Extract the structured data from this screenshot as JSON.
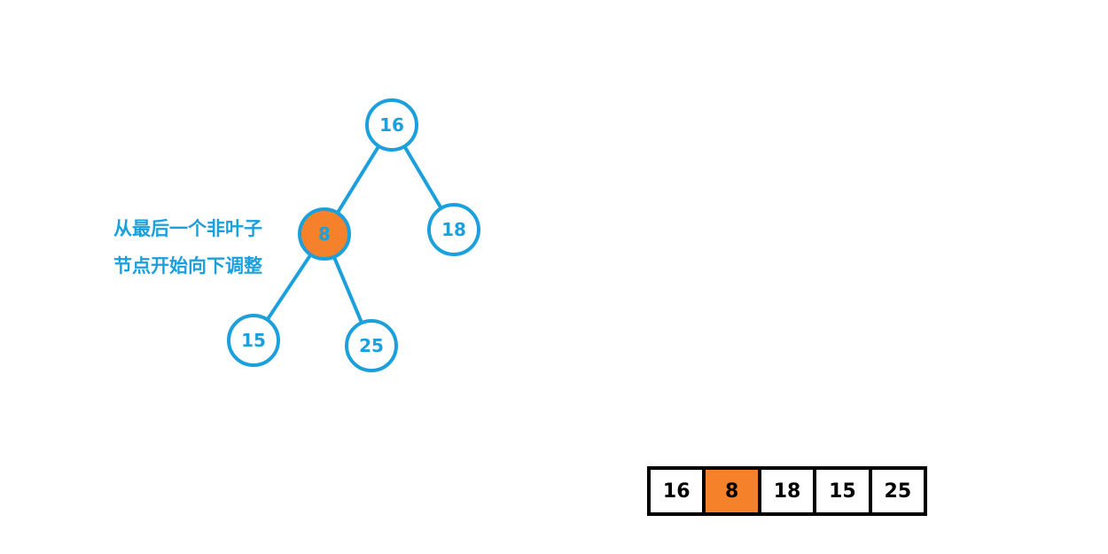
{
  "colors": {
    "accent": "#1ca0dc",
    "highlight": "#f5822a",
    "array_border": "#000000"
  },
  "tree": {
    "nodes": [
      {
        "id": "n0",
        "value": "16",
        "highlight": false
      },
      {
        "id": "n1",
        "value": "8",
        "highlight": true
      },
      {
        "id": "n2",
        "value": "18",
        "highlight": false
      },
      {
        "id": "n3",
        "value": "15",
        "highlight": false
      },
      {
        "id": "n4",
        "value": "25",
        "highlight": false
      }
    ],
    "edges": [
      [
        "n0",
        "n1"
      ],
      [
        "n0",
        "n2"
      ],
      [
        "n1",
        "n3"
      ],
      [
        "n1",
        "n4"
      ]
    ]
  },
  "annotation": {
    "line1": "从最后一个非叶子",
    "line2": "节点开始向下调整"
  },
  "array": {
    "cells": [
      "16",
      "8",
      "18",
      "15",
      "25"
    ],
    "highlight_index": 1
  }
}
